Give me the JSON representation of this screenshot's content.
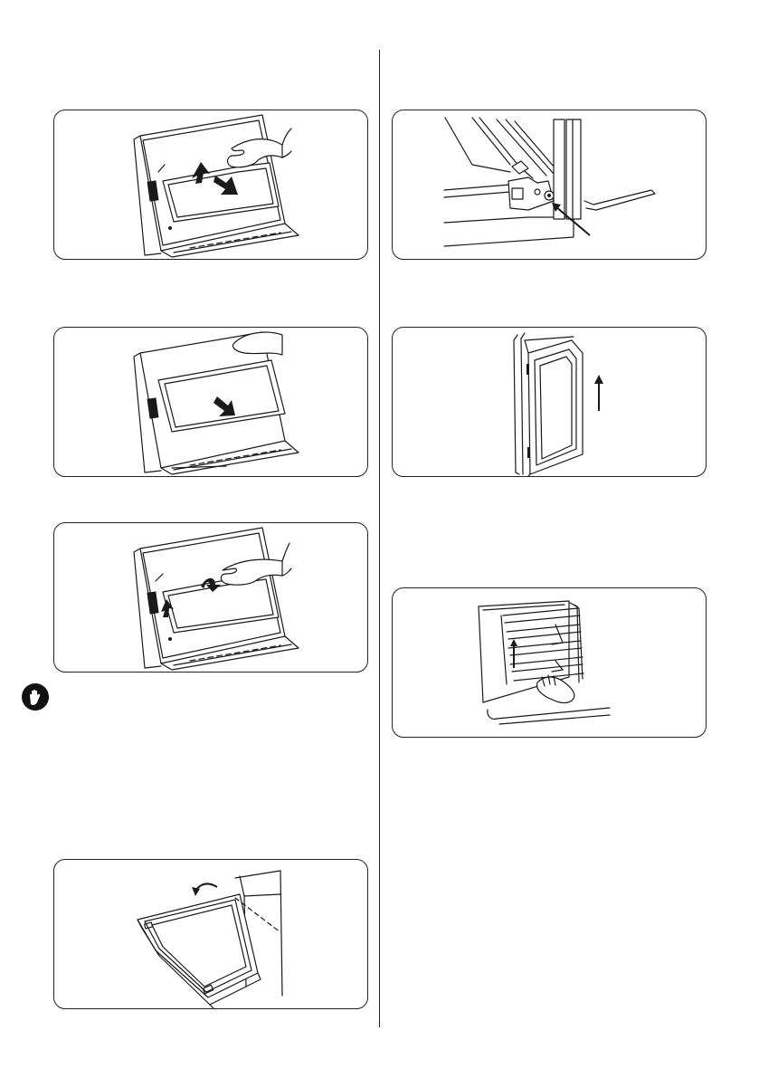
{
  "page": {
    "illustrations": [
      {
        "id": "fig-lift-inner-glass",
        "icon": "door-glass-lift-icon"
      },
      {
        "id": "fig-slide-glass-out",
        "icon": "door-glass-slide-icon"
      },
      {
        "id": "fig-refit-glass",
        "icon": "door-glass-refit-icon"
      },
      {
        "id": "fig-open-door-fully",
        "icon": "door-open-icon"
      },
      {
        "id": "fig-hinge-lever",
        "icon": "hinge-lever-icon"
      },
      {
        "id": "fig-lift-door-off",
        "icon": "door-remove-icon"
      },
      {
        "id": "fig-remove-shelf-support",
        "icon": "shelf-support-icon"
      }
    ],
    "warning_icon": "stop-hand-icon"
  }
}
